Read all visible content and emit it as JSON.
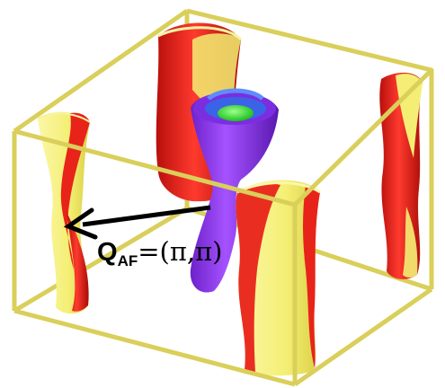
{
  "label": {
    "main": "Q",
    "subscript": "AF",
    "value": "=(π,π)"
  },
  "colors": {
    "frame": "#d9cf5a",
    "sheet_red": "#e31b14",
    "sheet_yellow": "#f4f07a",
    "pocket_purple": "#8a35e6",
    "pocket_blue": "#3a63e8",
    "pocket_green": "#2fe02a",
    "arrow": "#000000"
  }
}
